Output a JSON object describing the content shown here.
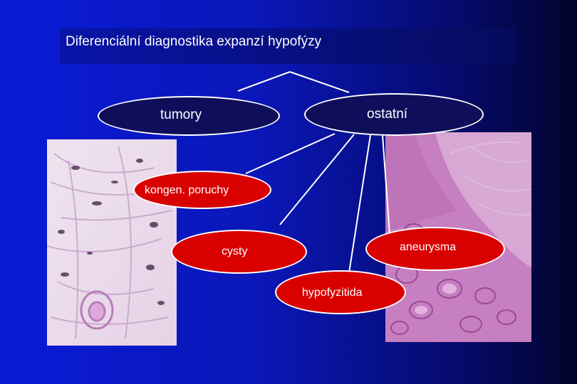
{
  "title": "Diferenciální diagnostika expanzí hypofýzy",
  "nodes": {
    "tumory": "tumory",
    "ostatni": "ostatní",
    "kongen": "kongen. poruchy",
    "cysty": "cysty",
    "aneurysma": "aneurysma",
    "hypofyzitida": "hypofyzitida"
  },
  "images": {
    "left": "histology-micrograph",
    "right": "histology-micrograph"
  },
  "colors": {
    "background": "#0a17b8",
    "category_node": "#0e0e5a",
    "item_node": "#d90000",
    "text": "#ffffff",
    "connector": "#ffffff"
  }
}
